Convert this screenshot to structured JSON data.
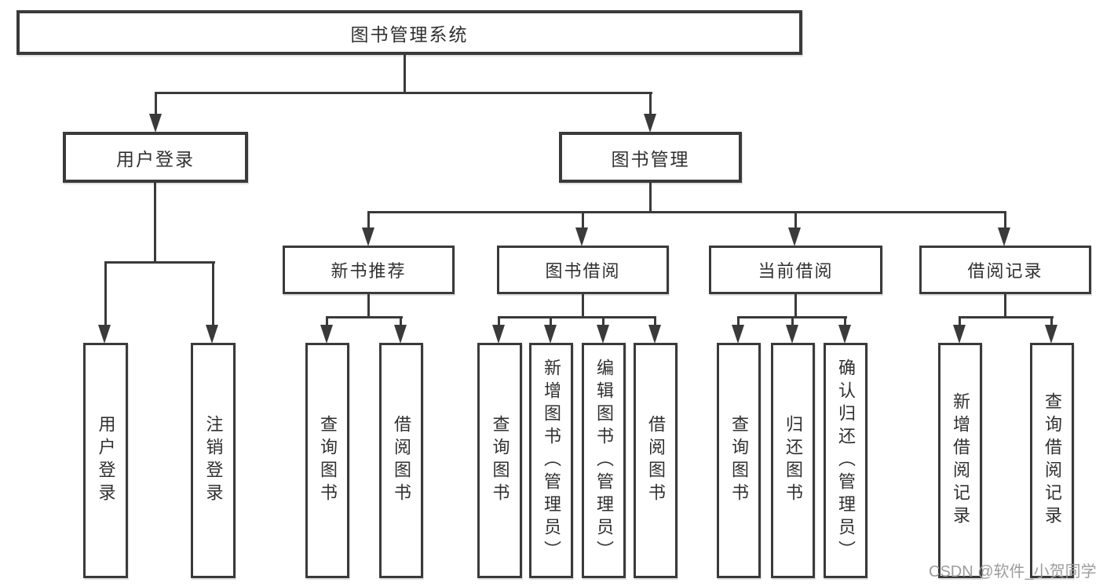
{
  "tree": {
    "root": {
      "label": "图书管理系统"
    },
    "branches": [
      {
        "label": "用户登录",
        "children": [
          {
            "label": "用户登录"
          },
          {
            "label": "注销登录"
          }
        ]
      },
      {
        "label": "图书管理",
        "children": [
          {
            "label": "新书推荐",
            "children": [
              {
                "label": "查询图书"
              },
              {
                "label": "借阅图书"
              }
            ]
          },
          {
            "label": "图书借阅",
            "children": [
              {
                "label": "查询图书"
              },
              {
                "label": "新增图书（管理员）"
              },
              {
                "label": "编辑图书（管理员）"
              },
              {
                "label": "借阅图书"
              }
            ]
          },
          {
            "label": "当前借阅",
            "children": [
              {
                "label": "查询图书"
              },
              {
                "label": "归还图书"
              },
              {
                "label": "确认归还（管理员）"
              }
            ]
          },
          {
            "label": "借阅记录",
            "children": [
              {
                "label": "新增借阅记录"
              },
              {
                "label": "查询借阅记录"
              }
            ]
          }
        ]
      }
    ]
  },
  "watermark": {
    "text": "CSDN @软件_小贺同学"
  },
  "colors": {
    "line": "#3a3a3a",
    "text": "#303030",
    "watermark": "#9c9c9c",
    "background": "#ffffff"
  }
}
